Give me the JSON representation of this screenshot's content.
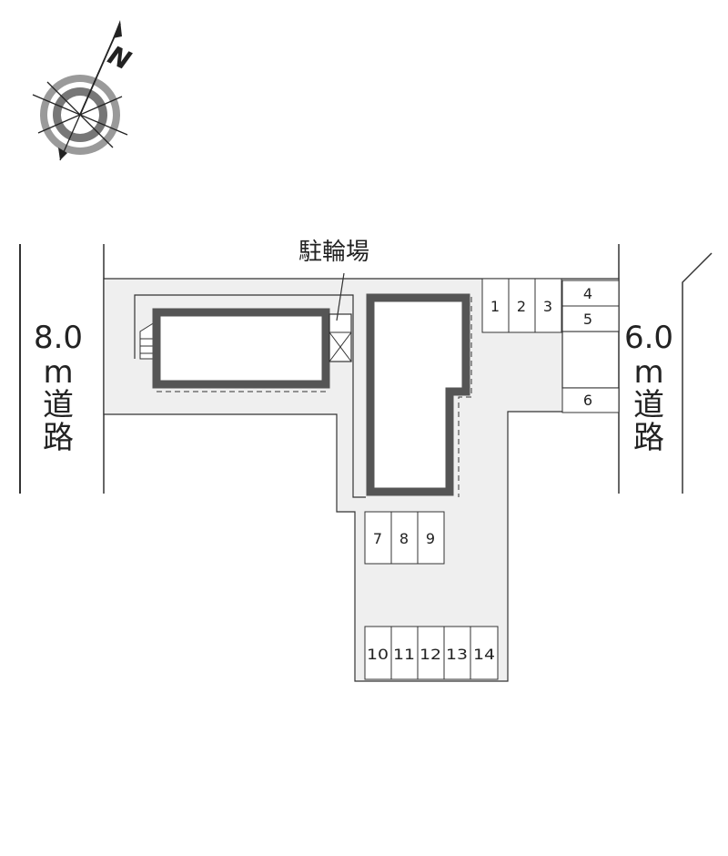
{
  "roads": {
    "left": {
      "width": "8.0",
      "unit": "m",
      "name1": "道",
      "name2": "路"
    },
    "right": {
      "width": "6.0",
      "unit": "m",
      "name1": "道",
      "name2": "路"
    }
  },
  "bicycle_parking_label": "駐輪場",
  "compass": {
    "north": "N"
  },
  "parking": {
    "top_row": [
      "1",
      "2",
      "3"
    ],
    "top_right": [
      "4",
      "5"
    ],
    "single": "6",
    "middle_row": [
      "7",
      "8",
      "9"
    ],
    "bottom_row": [
      "10",
      "11",
      "12",
      "13",
      "14"
    ]
  },
  "colors": {
    "lot_fill": "#efefef",
    "line": "#333333",
    "building_border": "#555555",
    "compass_gray": "#777777"
  }
}
